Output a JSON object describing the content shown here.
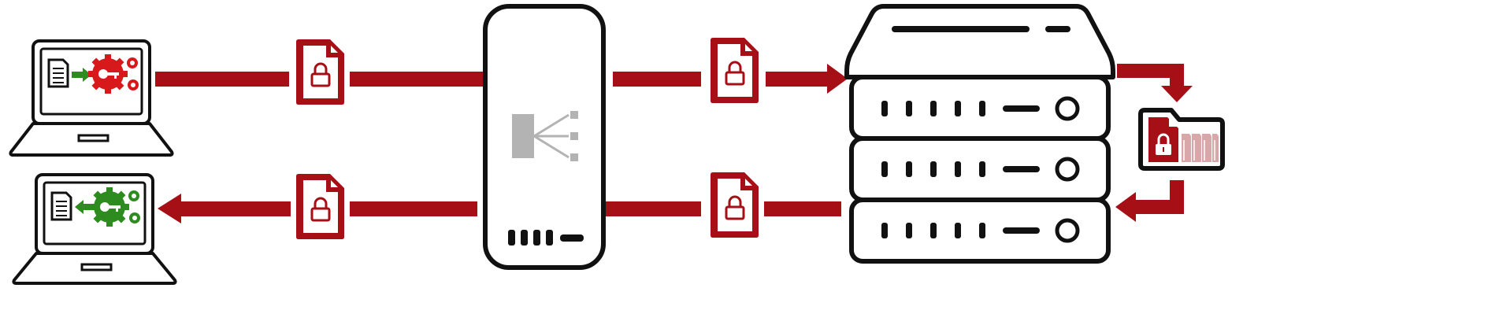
{
  "diagram": {
    "nodes": [
      {
        "id": "laptop-encrypt",
        "kind": "laptop",
        "gear_color": "red"
      },
      {
        "id": "laptop-decrypt",
        "kind": "laptop",
        "gear_color": "green"
      },
      {
        "id": "load-balancer",
        "kind": "tower"
      },
      {
        "id": "server-rack",
        "kind": "server",
        "units": 3
      },
      {
        "id": "encrypted-archive",
        "kind": "archive"
      }
    ],
    "flows": [
      {
        "from": "laptop-encrypt",
        "to": "load-balancer",
        "payload": "encrypted-file"
      },
      {
        "from": "load-balancer",
        "to": "server-rack",
        "payload": "encrypted-file"
      },
      {
        "from": "server-rack",
        "to": "encrypted-archive",
        "payload": "none"
      },
      {
        "from": "encrypted-archive",
        "to": "server-rack",
        "payload": "none"
      },
      {
        "from": "server-rack",
        "to": "load-balancer",
        "payload": "encrypted-file"
      },
      {
        "from": "load-balancer",
        "to": "laptop-decrypt",
        "payload": "encrypted-file"
      }
    ]
  },
  "colors": {
    "accent": "#a50f15",
    "encrypt_gear": "#d7191c",
    "decrypt_gear": "#2e8b1f",
    "forward_arrow": "#2e8b1f",
    "outline": "#111111",
    "balancer_icon": "#b3b3b3",
    "archive_faded": "#d9a7a9"
  },
  "icons": {
    "document": "document-icon",
    "gears_with_key": "gear-key-icon",
    "lock": "lock-icon",
    "encrypted_file": "encrypted-file-icon",
    "load_balancer": "load-balancer-icon",
    "archive": "archive-folder-icon"
  }
}
